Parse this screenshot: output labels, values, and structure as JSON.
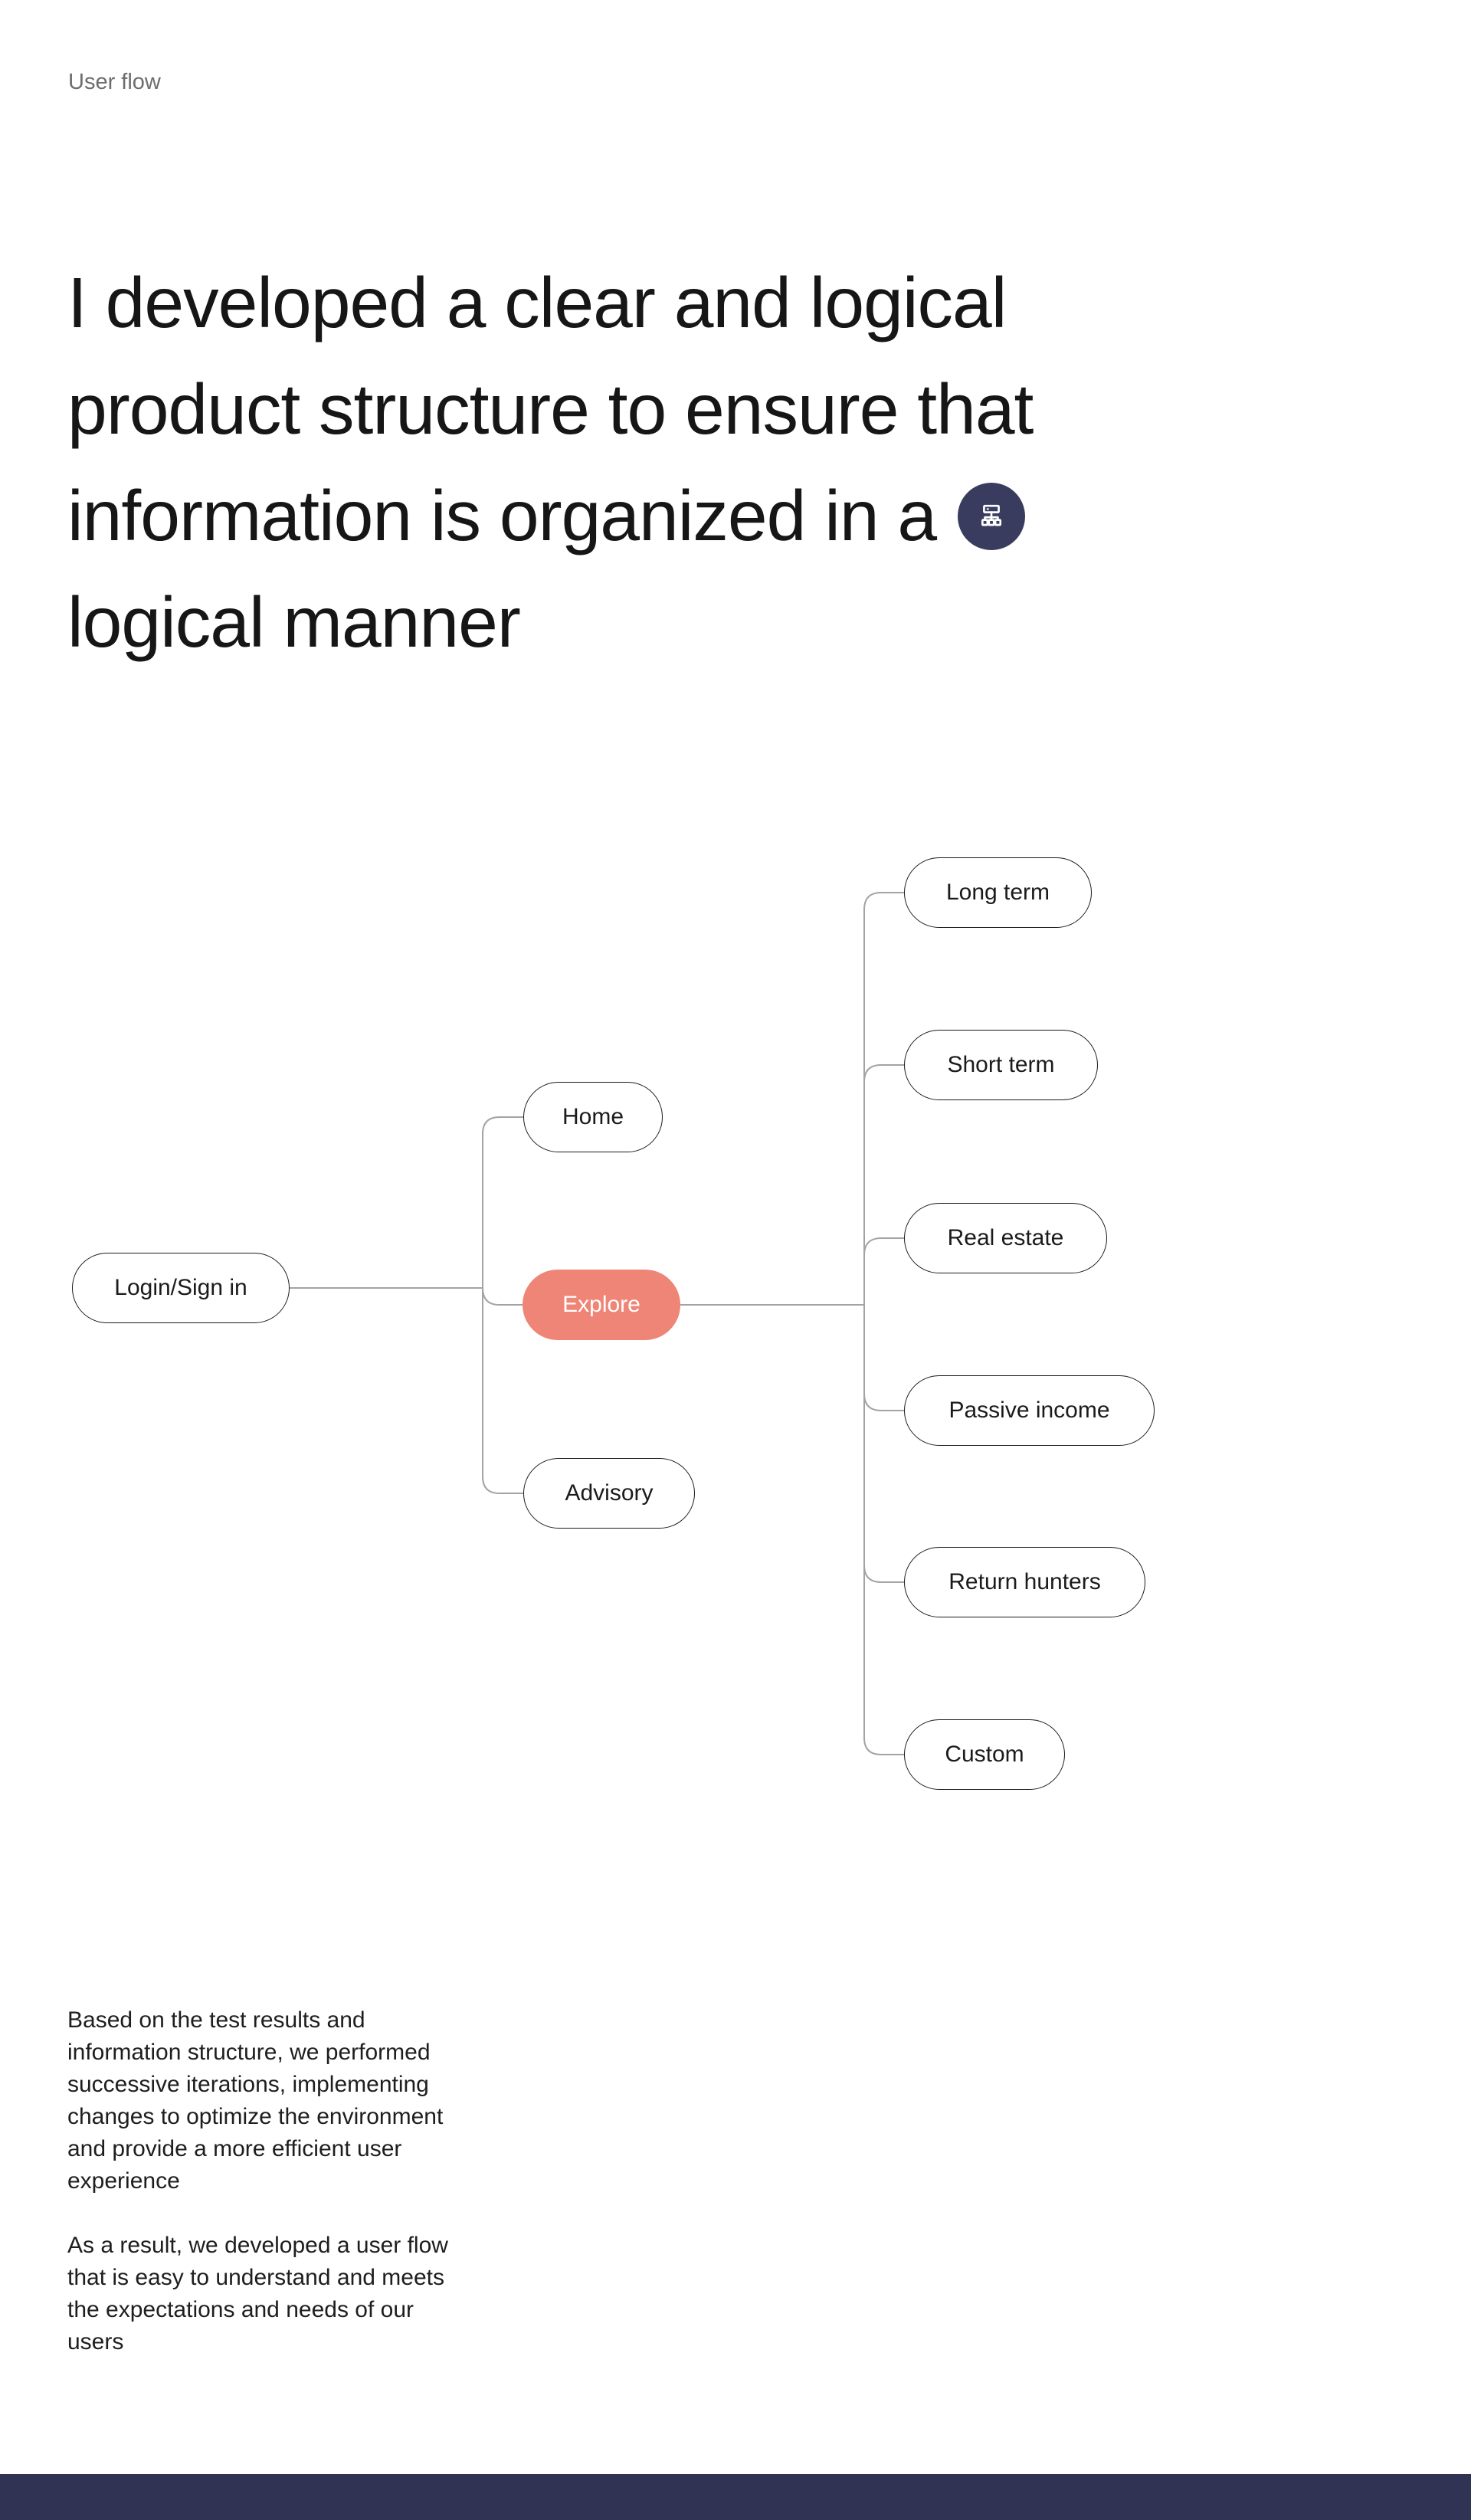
{
  "header": {
    "eyebrow": "User flow",
    "title_lines": [
      "I developed a clear and logical",
      "product structure to ensure that",
      "information is organized in a",
      "logical manner"
    ],
    "title_icon": "sitemap-icon",
    "icon_background": "#3a3c5f"
  },
  "diagram": {
    "root": {
      "label": "Login/Sign in"
    },
    "level1": [
      {
        "label": "Home"
      },
      {
        "label": "Explore",
        "accent": true
      },
      {
        "label": "Advisory"
      }
    ],
    "level2": [
      {
        "label": "Long term"
      },
      {
        "label": "Short term"
      },
      {
        "label": "Real estate"
      },
      {
        "label": "Passive income"
      },
      {
        "label": "Return hunters"
      },
      {
        "label": "Custom"
      }
    ],
    "accent_color": "#ef8576",
    "node_border_color": "#1b1b1b",
    "connector_color": "#a3a3a3"
  },
  "paragraphs": {
    "p1": "Based on the test results and\ninformation structure, we performed\nsuccessive iterations, implementing\nchanges to optimize the environment\nand provide a more efficient user\nexperience",
    "p2": "As a result, we developed a user flow\nthat is easy to understand and meets\nthe expectations and needs of our\nusers"
  },
  "footer": {
    "bar_color": "#313355"
  }
}
